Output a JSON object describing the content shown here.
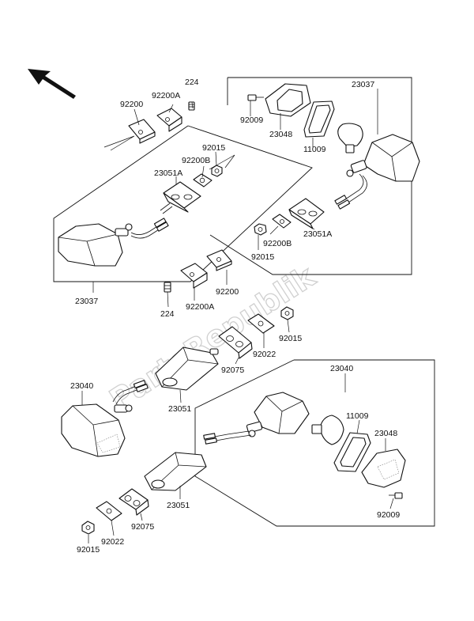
{
  "watermark": "PartsRepublik",
  "labels": {
    "l224_top": "224",
    "l92200A_top": "92200A",
    "l92200_top": "92200",
    "l92015_top": "92015",
    "l92200B_top": "92200B",
    "l23051A_top": "23051A",
    "l23037_left": "23037",
    "l23037_right": "23037",
    "l92009_top": "92009",
    "l23048_top": "23048",
    "l11009_top": "11009",
    "l92200B_mid": "92200B",
    "l23051A_mid": "23051A",
    "l92015_mid": "92015",
    "l92200_mid": "92200",
    "l92200A_mid": "92200A",
    "l224_mid": "224",
    "l92015_c": "92015",
    "l92022_c": "92022",
    "l92075_c": "92075",
    "l23051_c": "23051",
    "l23040_left": "23040",
    "l23040_right": "23040",
    "l11009_bot": "11009",
    "l23048_bot": "23048",
    "l92009_bot": "92009",
    "l23051_bot": "23051",
    "l92075_bot": "92075",
    "l92022_bot": "92022",
    "l92015_bot": "92015"
  },
  "icons": {
    "direction": "front-direction-arrow-icon"
  }
}
